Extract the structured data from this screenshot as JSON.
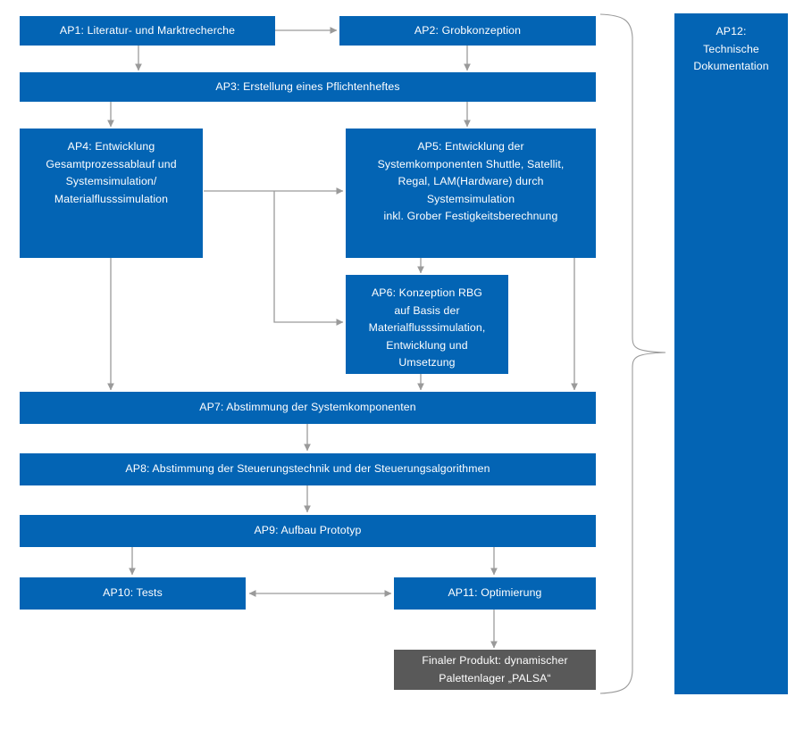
{
  "diagram": {
    "title_implicit": "Arbeitspakete Projektablauf",
    "colors": {
      "node_blue": "#0364B4",
      "node_gray": "#595959",
      "connector_gray": "#9A9A9A",
      "text_white": "#FFFFFF",
      "background": "#FFFFFF"
    },
    "nodes": [
      {
        "id": "ap1",
        "label": "AP1: Literatur- und Marktrecherche",
        "style": "blue",
        "align": "center"
      },
      {
        "id": "ap2",
        "label": "AP2: Grobkonzeption",
        "style": "blue",
        "align": "center"
      },
      {
        "id": "ap3",
        "label": "AP3: Erstellung eines Pflichtenheftes",
        "style": "blue",
        "align": "center"
      },
      {
        "id": "ap4",
        "label": "AP4: Entwicklung\nGesamtprozessablauf und\nSystemsimulation/\nMaterialflusssimulation",
        "style": "blue",
        "align": "top"
      },
      {
        "id": "ap5",
        "label": "AP5: Entwicklung der\nSystemkomponenten Shuttle, Satellit,\nRegal, LAM(Hardware) durch\nSystemsimulation\ninkl. Grober Festigkeitsberechnung",
        "style": "blue",
        "align": "top"
      },
      {
        "id": "ap6",
        "label": "AP6: Konzeption RBG\nauf Basis der\nMaterialflusssimulation,\nEntwicklung und\nUmsetzung",
        "style": "blue",
        "align": "top"
      },
      {
        "id": "ap7",
        "label": "AP7: Abstimmung der Systemkomponenten",
        "style": "blue",
        "align": "center"
      },
      {
        "id": "ap8",
        "label": "AP8: Abstimmung der Steuerungstechnik und der Steuerungsalgorithmen",
        "style": "blue",
        "align": "center"
      },
      {
        "id": "ap9",
        "label": "AP9: Aufbau Prototyp",
        "style": "blue",
        "align": "center"
      },
      {
        "id": "ap10",
        "label": "AP10: Tests",
        "style": "blue",
        "align": "center"
      },
      {
        "id": "ap11",
        "label": "AP11: Optimierung",
        "style": "blue",
        "align": "center"
      },
      {
        "id": "final",
        "label": "Finaler Produkt: dynamischer\nPalettenlager „PALSA“",
        "style": "gray",
        "align": "center"
      },
      {
        "id": "ap12",
        "label": "AP12:\nTechnische\nDokumentation",
        "style": "blue",
        "align": "top"
      }
    ],
    "edges": [
      {
        "from": "ap1",
        "to": "ap2",
        "kind": "arrow-right"
      },
      {
        "from": "ap1",
        "to": "ap3",
        "kind": "arrow-down"
      },
      {
        "from": "ap2",
        "to": "ap3",
        "kind": "arrow-down"
      },
      {
        "from": "ap3",
        "to": "ap4",
        "kind": "arrow-down"
      },
      {
        "from": "ap3",
        "to": "ap5",
        "kind": "arrow-down"
      },
      {
        "from": "ap4",
        "to": "ap5",
        "kind": "arrow-right"
      },
      {
        "from": "ap4",
        "to": "ap6",
        "kind": "elbow-arrow-right"
      },
      {
        "from": "ap4",
        "to": "ap7",
        "kind": "arrow-down"
      },
      {
        "from": "ap5",
        "to": "ap6",
        "kind": "arrow-down"
      },
      {
        "from": "ap5",
        "to": "ap7",
        "kind": "arrow-down"
      },
      {
        "from": "ap6",
        "to": "ap7",
        "kind": "arrow-down"
      },
      {
        "from": "ap7",
        "to": "ap8",
        "kind": "arrow-down"
      },
      {
        "from": "ap8",
        "to": "ap9",
        "kind": "arrow-down"
      },
      {
        "from": "ap9",
        "to": "ap10",
        "kind": "arrow-down"
      },
      {
        "from": "ap9",
        "to": "ap11",
        "kind": "arrow-down"
      },
      {
        "from": "ap10",
        "to": "ap11",
        "kind": "double-arrow"
      },
      {
        "from": "ap11",
        "to": "final",
        "kind": "arrow-down"
      },
      {
        "from": "all-packages",
        "to": "ap12",
        "kind": "curly-brace"
      }
    ]
  }
}
